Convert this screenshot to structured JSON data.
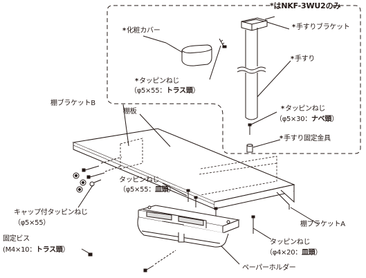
{
  "labels": {
    "asterisk": "*",
    "model_note": "*はNKF-3WU2のみ",
    "cosmetic_cover": "化粧カバー",
    "handrail_bracket": "手すりブラケット",
    "handrail": "手すり",
    "tapping_screw": "タッピンねじ",
    "shelf_bracket_b": "棚ブラケットB",
    "shelf_board": "棚板",
    "handrail_fixing_fitting": "手すり固定金具",
    "capped_tapping_screw": "キャップ付タッピンねじ",
    "shelf_bracket_a": "棚ブラケットA",
    "fixing_screw": "固定ビス",
    "paper_holder": "ペーパーホルダー"
  },
  "specs": {
    "phi5x55_truss": {
      "prefix": "（φ5×55：",
      "head": "トラス頭",
      "suffix": "）"
    },
    "phi5x30_pan": {
      "prefix": "（φ5×30：",
      "head": "ナベ頭",
      "suffix": "）"
    },
    "phi5x55_dish": {
      "prefix": "（φ5×55：",
      "head": "皿頭",
      "suffix": "）"
    },
    "phi5x55": "（φ5×55）",
    "phi4x20_dish": {
      "prefix": "（φ4×20：",
      "head": "皿頭",
      "suffix": "）"
    },
    "m4x10_truss": {
      "prefix": "(M4×10：",
      "head": "トラス頭",
      "suffix": "）"
    }
  },
  "colors": {
    "line": "#231815",
    "background": "#ffffff"
  }
}
